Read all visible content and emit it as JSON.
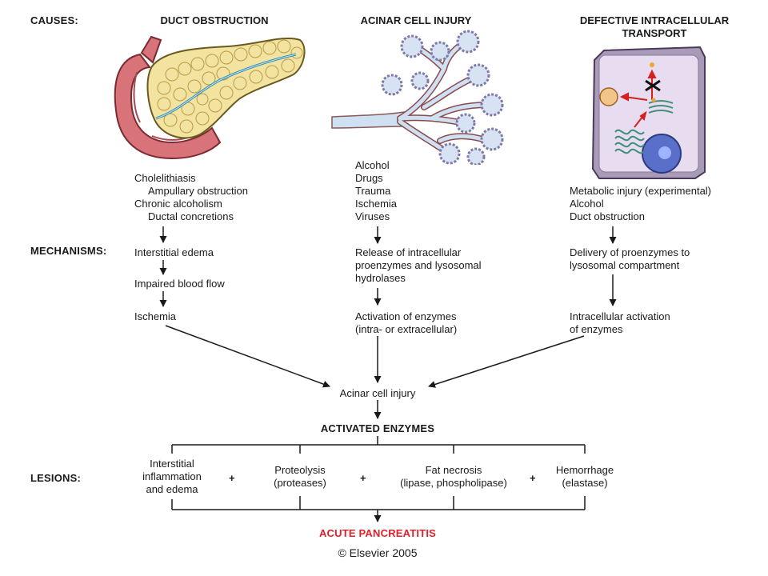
{
  "labels": {
    "causes": "CAUSES:",
    "mechanisms": "MECHANISMS:",
    "lesions": "LESIONS:"
  },
  "columns": {
    "duct": {
      "title": "DUCT OBSTRUCTION",
      "causes": [
        "Cholelithiasis",
        "Ampullary obstruction",
        "Chronic alcoholism",
        "Ductal concretions"
      ],
      "mech1": "Interstitial edema",
      "mech2": "Impaired blood flow",
      "mech3": "Ischemia"
    },
    "acinar": {
      "title": "ACINAR CELL INJURY",
      "causes": [
        "Alcohol",
        "Drugs",
        "Trauma",
        "Ischemia",
        "Viruses"
      ],
      "mech1": [
        "Release of intracellular",
        "proenzymes and lysosomal",
        "hydrolases"
      ],
      "mech2": [
        "Activation of enzymes",
        "(intra- or extracellular)"
      ]
    },
    "transport": {
      "title_line1": "DEFECTIVE INTRACELLULAR",
      "title_line2": "TRANSPORT",
      "causes": [
        "Metabolic injury (experimental)",
        "Alcohol",
        "Duct obstruction"
      ],
      "mech1": [
        "Delivery of proenzymes to",
        "lysosomal compartment"
      ],
      "mech2": [
        "Intracellular activation",
        "of enzymes"
      ]
    }
  },
  "convergence": "Acinar cell injury",
  "activated": "ACTIVATED ENZYMES",
  "lesions": [
    [
      "Interstitial",
      "inflammation",
      "and edema"
    ],
    [
      "Proteolysis",
      "(proteases)"
    ],
    [
      "Fat necrosis",
      "(lipase, phospholipase)"
    ],
    [
      "Hemorrhage",
      "(elastase)"
    ]
  ],
  "plus": "+",
  "outcome": "ACUTE PANCREATITIS",
  "copyright": "© Elsevier 2005",
  "colors": {
    "outcome": "#e0202a",
    "lines": "#1a1a1a"
  }
}
